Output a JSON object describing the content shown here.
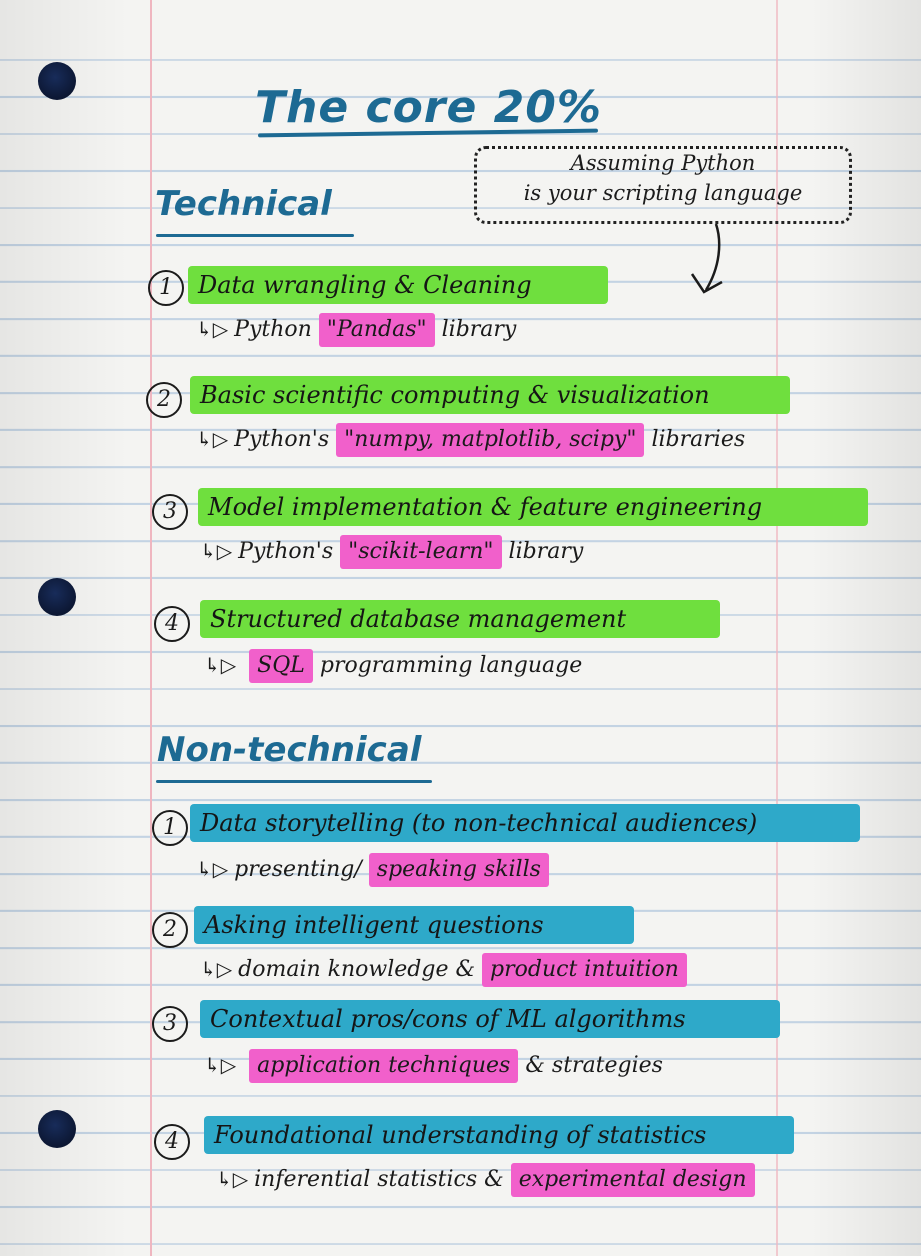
{
  "title": "The core 20%",
  "note": {
    "line1": "Assuming Python",
    "line2": "is your scripting language"
  },
  "technical": {
    "heading": "Technical",
    "items": [
      {
        "number": "1",
        "label": "Data wrangling & Cleaning",
        "sub_prefix": "Python",
        "sub_highlight": "\"Pandas\"",
        "sub_suffix": "library"
      },
      {
        "number": "2",
        "label": "Basic scientific computing & visualization",
        "sub_prefix": "Python's",
        "sub_highlight": "\"numpy, matplotlib, scipy\"",
        "sub_suffix": "libraries"
      },
      {
        "number": "3",
        "label": "Model implementation & feature engineering",
        "sub_prefix": "Python's",
        "sub_highlight": "\"scikit-learn\"",
        "sub_suffix": "library"
      },
      {
        "number": "4",
        "label": "Structured database management",
        "sub_prefix": "",
        "sub_highlight": "SQL",
        "sub_suffix": "programming language"
      }
    ]
  },
  "nontechnical": {
    "heading": "Non-technical",
    "items": [
      {
        "number": "1",
        "label": "Data storytelling (to non-technical audiences)",
        "sub_prefix": "presenting/",
        "sub_highlight": "speaking skills",
        "sub_suffix": ""
      },
      {
        "number": "2",
        "label": "Asking intelligent questions",
        "sub_prefix": "domain knowledge &",
        "sub_highlight": "product intuition",
        "sub_suffix": ""
      },
      {
        "number": "3",
        "label": "Contextual pros/cons of ML algorithms",
        "sub_prefix": "",
        "sub_highlight": "application techniques",
        "sub_suffix": "& strategies"
      },
      {
        "number": "4",
        "label": "Foundational understanding of statistics",
        "sub_prefix": "inferential statistics &",
        "sub_highlight": "experimental design",
        "sub_suffix": ""
      }
    ]
  },
  "colors": {
    "ink_blue": "#1d6a93",
    "green_highlight": "#6fdf3e",
    "blue_highlight": "#2ea9c9",
    "pink_highlight": "#f160cb"
  }
}
